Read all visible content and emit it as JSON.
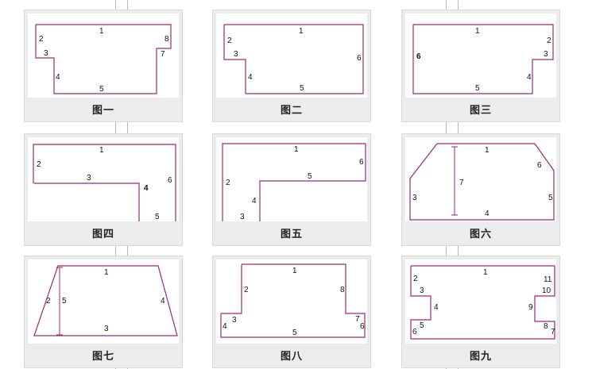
{
  "figures": [
    {
      "caption": "图一",
      "labels": [
        "1",
        "2",
        "3",
        "4",
        "5",
        "7",
        "8"
      ]
    },
    {
      "caption": "图二",
      "labels": [
        "1",
        "2",
        "3",
        "4",
        "5",
        "6"
      ]
    },
    {
      "caption": "图三",
      "labels": [
        "1",
        "2",
        "3",
        "4",
        "5",
        "6"
      ]
    },
    {
      "caption": "图四",
      "labels": [
        "1",
        "2",
        "3",
        "4",
        "5",
        "6"
      ]
    },
    {
      "caption": "图五",
      "labels": [
        "1",
        "2",
        "3",
        "4",
        "5",
        "6"
      ]
    },
    {
      "caption": "图六",
      "labels": [
        "1",
        "3",
        "4",
        "5",
        "6",
        "7"
      ]
    },
    {
      "caption": "图七",
      "labels": [
        "1",
        "2",
        "3",
        "4",
        "5"
      ]
    },
    {
      "caption": "图八",
      "labels": [
        "1",
        "2",
        "3",
        "4",
        "5",
        "6",
        "7",
        "8"
      ]
    },
    {
      "caption": "图九",
      "labels": [
        "1",
        "2",
        "3",
        "4",
        "5",
        "6",
        "7",
        "8",
        "9",
        "10",
        "11"
      ]
    }
  ],
  "colors": {
    "outline": "#9a2a78",
    "dimension": "#9a2a78",
    "label": "#111111"
  }
}
